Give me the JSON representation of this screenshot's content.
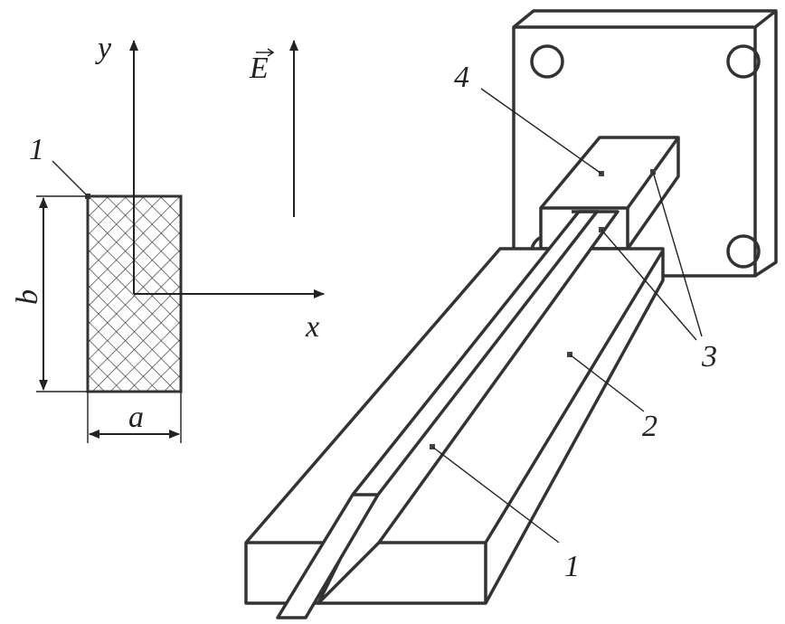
{
  "cross_section": {
    "label_point": "1",
    "axis_y": "y",
    "axis_x": "x",
    "field": "E",
    "dim_height": "b",
    "dim_width": "a"
  },
  "assembly": {
    "label_beam": "1",
    "label_base": "2",
    "label_electrodes": "3",
    "label_clamp": "4"
  }
}
